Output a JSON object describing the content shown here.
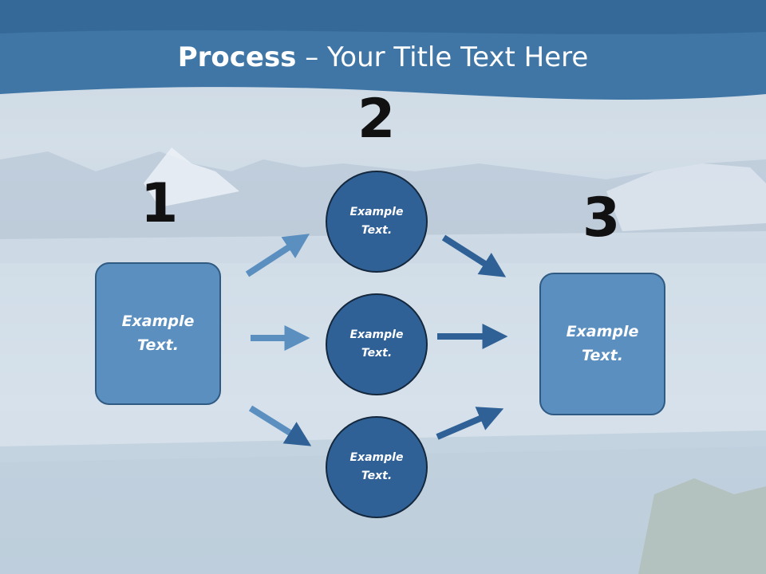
{
  "title": {
    "bold": "Process",
    "rest": " – Your Title Text Here"
  },
  "steps": {
    "one": "1",
    "two": "2",
    "three": "3"
  },
  "nodes": {
    "left_box": "Example Text.",
    "circle_top": "Example Text.",
    "circle_middle": "Example Text.",
    "circle_bottom": "Example Text.",
    "right_box": "Example Text."
  },
  "colors": {
    "header_band": "#3f76a6",
    "box_fill": "#5b8fbf",
    "circle_fill": "#2f6197",
    "arrow_light": "#5b8fbf",
    "arrow_dark": "#2f6197"
  }
}
